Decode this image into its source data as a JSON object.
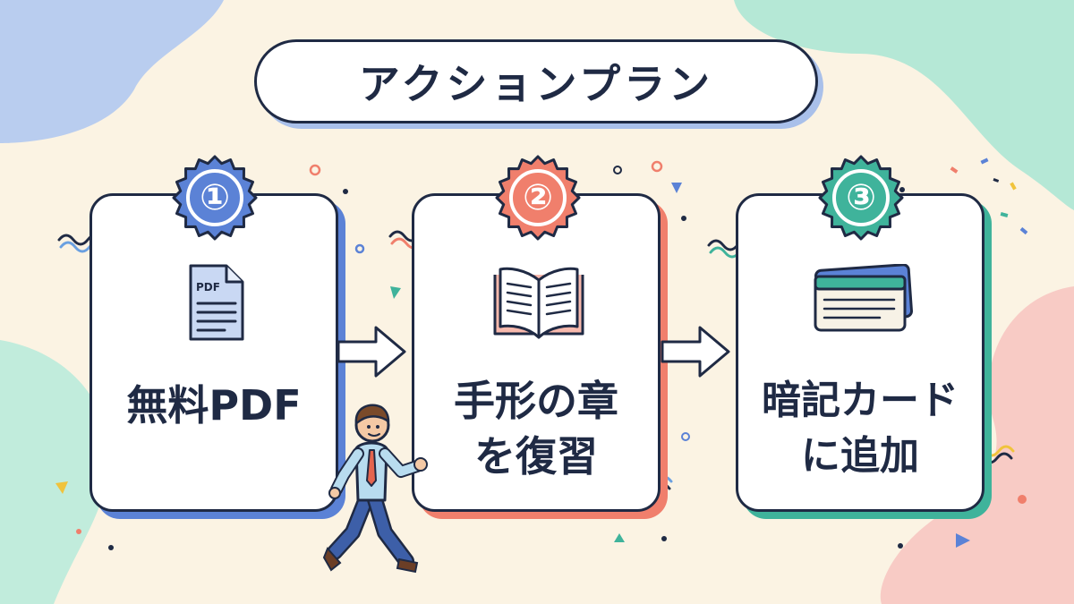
{
  "title": "アクションプラン",
  "colors": {
    "navy": "#1f2a44",
    "blue": "#5b82d6",
    "coral": "#f07f6c",
    "teal": "#3fb39b"
  },
  "steps": [
    {
      "number": "①",
      "label": "無料PDF",
      "icon": "pdf-document-icon",
      "icon_text": "PDF",
      "accent": "#5b82d6"
    },
    {
      "number": "②",
      "label": "手形の章\nを復習",
      "icon": "open-book-icon",
      "accent": "#f07f6c"
    },
    {
      "number": "③",
      "label": "暗記カード\nに追加",
      "icon": "flashcard-stack-icon",
      "accent": "#3fb39b"
    }
  ],
  "arrows": [
    "right-arrow-icon",
    "right-arrow-icon"
  ],
  "figure": "running-businessman-illustration"
}
